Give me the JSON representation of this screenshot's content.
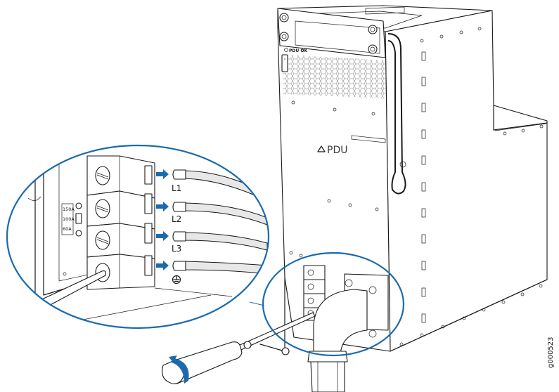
{
  "figure": {
    "id_label": "g000523",
    "accent_color": "#1a6aad"
  },
  "pdu": {
    "logo_text": "PDU",
    "status_led_label": "PDU OK"
  },
  "callout": {
    "breaker_settings": [
      "150A",
      "100A",
      "60A"
    ],
    "terminals": [
      {
        "label": "L1",
        "icon": "arrow-right-icon"
      },
      {
        "label": "L2",
        "icon": "arrow-right-icon"
      },
      {
        "label": "L3",
        "icon": "arrow-right-icon"
      },
      {
        "label": "",
        "icon": "ground-icon"
      }
    ]
  },
  "tool": {
    "name": "screwdriver",
    "rotation_icon": "rotate-clockwise-icon"
  }
}
